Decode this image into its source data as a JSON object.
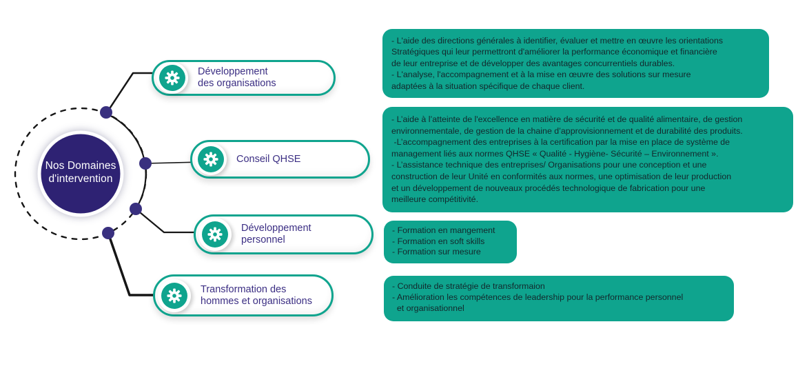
{
  "diagram": {
    "title": "Nos Domaines\nd'intervention"
  },
  "colors": {
    "teal_accent": "#0FA48E",
    "hub_indigo": "#2E2273",
    "branch_label_purple": "#3B2E83",
    "box_text_dark": "#13282C",
    "connector_black": "#161616"
  },
  "branches": [
    {
      "label": "Développement\ndes organisations",
      "icon": "gear-icon",
      "details": "- L'aide des directions générales à identifier, évaluer et mettre en œuvre les orientations\nStratégiques qui leur permettront d'améliorer la performance économique et financière\nde leur entreprise et de développer des avantages concurrentiels durables.\n- L'analyse, l'accompagnement et à la mise en œuvre des solutions sur mesure\nadaptées à la situation spécifique de chaque client."
    },
    {
      "label": "Conseil QHSE",
      "icon": "gear-icon",
      "details": "- L’aide à l’atteinte de l'excellence en matière de sécurité et de qualité alimentaire, de gestion\nenvironnementale, de gestion de la chaine d’approvisionnement et de durabilité des produits.\n -L’accompagnement des entreprises à la certification par la mise en place de système de\nmanagement liés aux normes QHSE « Qualité - Hygiène- Sécurité – Environnement ».\n- L’assistance technique des entreprises/ Organisations pour une conception et une\nconstruction de leur Unité en conformités aux normes, une optimisation de leur production\net un développement de nouveaux procédés technologique de fabrication pour une\nmeilleure compétitivité."
    },
    {
      "label": "Développement\npersonnel",
      "icon": "gear-icon",
      "details": "- Formation en mangement\n- Formation en soft skills\n- Formation sur mesure"
    },
    {
      "label": "Transformation des\nhommes et organisations",
      "icon": "gear-icon",
      "details": "- Conduite de stratégie de transformaion\n- Amélioration les compétences de leadership pour la performance personnel\n  et organisationnel"
    }
  ]
}
